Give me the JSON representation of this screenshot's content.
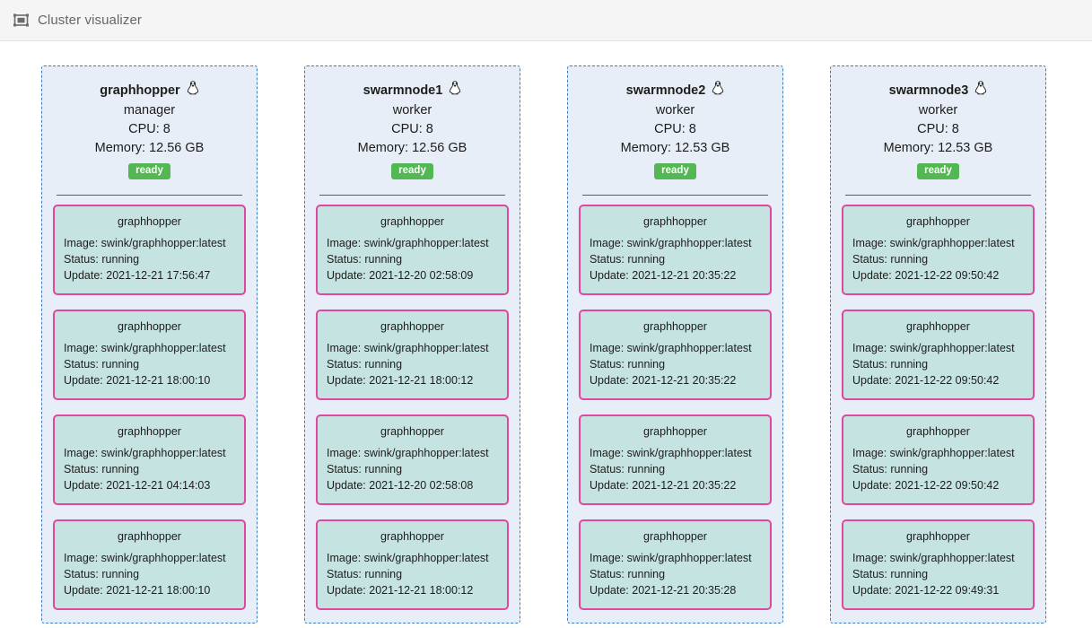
{
  "header": {
    "icon": "cluster-frame-icon",
    "title": "Cluster visualizer"
  },
  "labels": {
    "image_prefix": "Image: ",
    "status_prefix": "Status: ",
    "update_prefix": "Update: ",
    "cpu_prefix": "CPU: ",
    "memory_prefix": "Memory: "
  },
  "colors": {
    "node_border": "#3d7ebd",
    "node_bg": "#e8eef7",
    "container_border": "#e0479e",
    "container_bg": "#c5e3e0",
    "badge_ready": "#53b753",
    "header_bg": "#f5f5f5"
  },
  "nodes": [
    {
      "name": "graphhopper",
      "os_icon": "linux-penguin-icon",
      "role": "manager",
      "cpu": "CPU: 8",
      "memory": "Memory: 12.56 GB",
      "status": "ready",
      "containers": [
        {
          "name": "graphhopper",
          "image": "Image: swink/graphhopper:latest",
          "status": "Status: running",
          "update": "Update: 2021-12-21 17:56:47"
        },
        {
          "name": "graphhopper",
          "image": "Image: swink/graphhopper:latest",
          "status": "Status: running",
          "update": "Update: 2021-12-21 18:00:10"
        },
        {
          "name": "graphhopper",
          "image": "Image: swink/graphhopper:latest",
          "status": "Status: running",
          "update": "Update: 2021-12-21 04:14:03"
        },
        {
          "name": "graphhopper",
          "image": "Image: swink/graphhopper:latest",
          "status": "Status: running",
          "update": "Update: 2021-12-21 18:00:10"
        }
      ]
    },
    {
      "name": "swarmnode1",
      "os_icon": "linux-penguin-icon",
      "role": "worker",
      "cpu": "CPU: 8",
      "memory": "Memory: 12.56 GB",
      "status": "ready",
      "containers": [
        {
          "name": "graphhopper",
          "image": "Image: swink/graphhopper:latest",
          "status": "Status: running",
          "update": "Update: 2021-12-20 02:58:09"
        },
        {
          "name": "graphhopper",
          "image": "Image: swink/graphhopper:latest",
          "status": "Status: running",
          "update": "Update: 2021-12-21 18:00:12"
        },
        {
          "name": "graphhopper",
          "image": "Image: swink/graphhopper:latest",
          "status": "Status: running",
          "update": "Update: 2021-12-20 02:58:08"
        },
        {
          "name": "graphhopper",
          "image": "Image: swink/graphhopper:latest",
          "status": "Status: running",
          "update": "Update: 2021-12-21 18:00:12"
        }
      ]
    },
    {
      "name": "swarmnode2",
      "os_icon": "linux-penguin-icon",
      "role": "worker",
      "cpu": "CPU: 8",
      "memory": "Memory: 12.53 GB",
      "status": "ready",
      "containers": [
        {
          "name": "graphhopper",
          "image": "Image: swink/graphhopper:latest",
          "status": "Status: running",
          "update": "Update: 2021-12-21 20:35:22"
        },
        {
          "name": "graphhopper",
          "image": "Image: swink/graphhopper:latest",
          "status": "Status: running",
          "update": "Update: 2021-12-21 20:35:22"
        },
        {
          "name": "graphhopper",
          "image": "Image: swink/graphhopper:latest",
          "status": "Status: running",
          "update": "Update: 2021-12-21 20:35:22"
        },
        {
          "name": "graphhopper",
          "image": "Image: swink/graphhopper:latest",
          "status": "Status: running",
          "update": "Update: 2021-12-21 20:35:28"
        }
      ]
    },
    {
      "name": "swarmnode3",
      "os_icon": "linux-penguin-icon",
      "role": "worker",
      "cpu": "CPU: 8",
      "memory": "Memory: 12.53 GB",
      "status": "ready",
      "containers": [
        {
          "name": "graphhopper",
          "image": "Image: swink/graphhopper:latest",
          "status": "Status: running",
          "update": "Update: 2021-12-22 09:50:42"
        },
        {
          "name": "graphhopper",
          "image": "Image: swink/graphhopper:latest",
          "status": "Status: running",
          "update": "Update: 2021-12-22 09:50:42"
        },
        {
          "name": "graphhopper",
          "image": "Image: swink/graphhopper:latest",
          "status": "Status: running",
          "update": "Update: 2021-12-22 09:50:42"
        },
        {
          "name": "graphhopper",
          "image": "Image: swink/graphhopper:latest",
          "status": "Status: running",
          "update": "Update: 2021-12-22 09:49:31"
        }
      ]
    }
  ]
}
